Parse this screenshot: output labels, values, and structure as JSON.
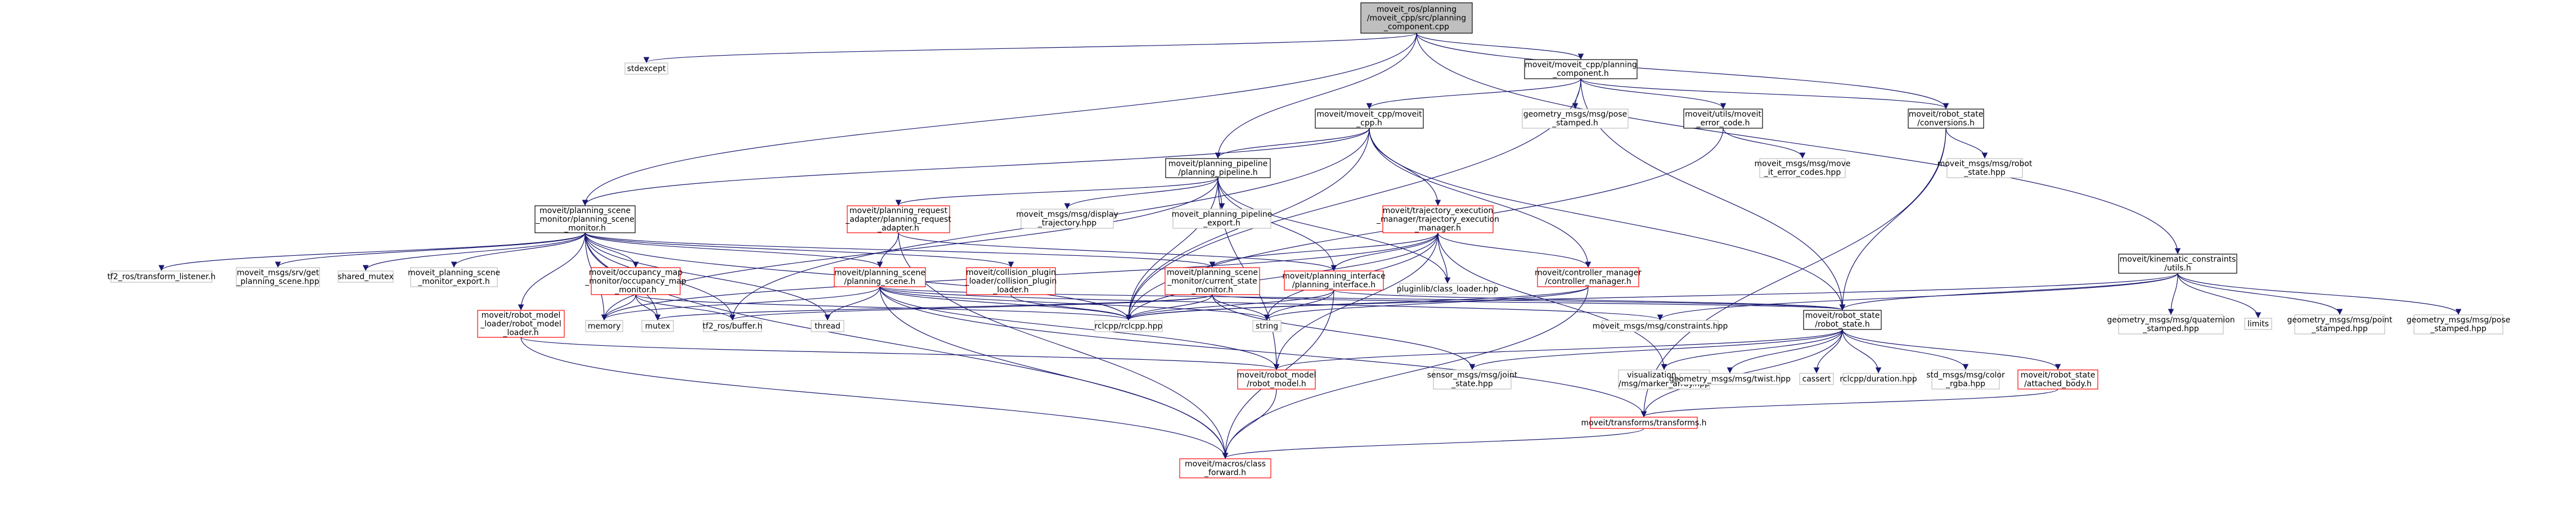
{
  "colors": {
    "edge": "#191970",
    "root_fill": "#bfbfbf",
    "root_border": "#000000",
    "normal_border": "#000000",
    "truncated_border": "#ff0000",
    "system_border": "#bfbfbf",
    "fill": "#ffffff"
  },
  "nodes": [
    {
      "id": "root",
      "lines": [
        "moveit_ros/planning",
        "/moveit_cpp/src/planning",
        "_component.cpp"
      ],
      "kind": "root"
    },
    {
      "id": "stdexcept",
      "lines": [
        "stdexcept"
      ],
      "kind": "system"
    },
    {
      "id": "planning_component_h",
      "lines": [
        "moveit/moveit_cpp/planning",
        "_component.h"
      ],
      "kind": "normal"
    },
    {
      "id": "moveit_cpp_h",
      "lines": [
        "moveit/moveit_cpp/moveit",
        "_cpp.h"
      ],
      "kind": "normal"
    },
    {
      "id": "geometry_pose_stamped_h",
      "lines": [
        "geometry_msgs/msg/pose",
        "_stamped.h"
      ],
      "kind": "system"
    },
    {
      "id": "moveit_error_code_h",
      "lines": [
        "moveit/utils/moveit",
        "_error_code.h"
      ],
      "kind": "normal"
    },
    {
      "id": "conversions_h",
      "lines": [
        "moveit/robot_state",
        "/conversions.h"
      ],
      "kind": "normal"
    },
    {
      "id": "moveit_error_codes_hpp",
      "lines": [
        "moveit_msgs/msg/move",
        "_it_error_codes.hpp"
      ],
      "kind": "system"
    },
    {
      "id": "robot_state_hpp",
      "lines": [
        "moveit_msgs/msg/robot",
        "_state.hpp"
      ],
      "kind": "system"
    },
    {
      "id": "kinematic_utils_h",
      "lines": [
        "moveit/kinematic_constraints",
        "/utils.h"
      ],
      "kind": "normal"
    },
    {
      "id": "planning_pipeline_h",
      "lines": [
        "moveit/planning_pipeline",
        "/planning_pipeline.h"
      ],
      "kind": "normal"
    },
    {
      "id": "psm_h",
      "lines": [
        "moveit/planning_scene",
        "_monitor/planning_scene",
        "_monitor.h"
      ],
      "kind": "normal"
    },
    {
      "id": "req_adapter_h",
      "lines": [
        "moveit/planning_request",
        "_adapter/planning_request",
        "_adapter.h"
      ],
      "kind": "truncated"
    },
    {
      "id": "display_traj_hpp",
      "lines": [
        "moveit_msgs/msg/display",
        "_trajectory.hpp"
      ],
      "kind": "system"
    },
    {
      "id": "pipeline_export_h",
      "lines": [
        "moveit_planning_pipeline",
        "_export.h"
      ],
      "kind": "system"
    },
    {
      "id": "tem_h",
      "lines": [
        "moveit/trajectory_execution",
        "_manager/trajectory_execution",
        "_manager.h"
      ],
      "kind": "truncated"
    },
    {
      "id": "tf2_listener_h",
      "lines": [
        "tf2_ros/transform_listener.h"
      ],
      "kind": "system"
    },
    {
      "id": "get_planning_scene_hpp",
      "lines": [
        "moveit_msgs/srv/get",
        "_planning_scene.hpp"
      ],
      "kind": "system"
    },
    {
      "id": "shared_mutex",
      "lines": [
        "shared_mutex"
      ],
      "kind": "system"
    },
    {
      "id": "psm_export_h",
      "lines": [
        "moveit_planning_scene",
        "_monitor_export.h"
      ],
      "kind": "system"
    },
    {
      "id": "occupancy_map_monitor_h",
      "lines": [
        "moveit/occupancy_map",
        "_monitor/occupancy_map",
        "_monitor.h"
      ],
      "kind": "truncated"
    },
    {
      "id": "planning_scene_h",
      "lines": [
        "moveit/planning_scene",
        "/planning_scene.h"
      ],
      "kind": "truncated"
    },
    {
      "id": "collision_plugin_loader_h",
      "lines": [
        "moveit/collision_plugin",
        "_loader/collision_plugin",
        "_loader.h"
      ],
      "kind": "truncated"
    },
    {
      "id": "current_state_monitor_h",
      "lines": [
        "moveit/planning_scene",
        "_monitor/current_state",
        "_monitor.h"
      ],
      "kind": "truncated"
    },
    {
      "id": "planning_interface_h",
      "lines": [
        "moveit/planning_interface",
        "/planning_interface.h"
      ],
      "kind": "truncated"
    },
    {
      "id": "class_loader_hpp",
      "lines": [
        "pluginlib/class_loader.hpp"
      ],
      "kind": "system"
    },
    {
      "id": "controller_manager_h",
      "lines": [
        "moveit/controller_manager",
        "/controller_manager.h"
      ],
      "kind": "truncated"
    },
    {
      "id": "rml_h",
      "lines": [
        "moveit/robot_model",
        "_loader/robot_model",
        "_loader.h"
      ],
      "kind": "truncated"
    },
    {
      "id": "memory",
      "lines": [
        "memory"
      ],
      "kind": "system"
    },
    {
      "id": "mutex",
      "lines": [
        "mutex"
      ],
      "kind": "system"
    },
    {
      "id": "tf2_buffer_h",
      "lines": [
        "tf2_ros/buffer.h"
      ],
      "kind": "system"
    },
    {
      "id": "thread",
      "lines": [
        "thread"
      ],
      "kind": "system"
    },
    {
      "id": "rclcpp_hpp",
      "lines": [
        "rclcpp/rclcpp.hpp"
      ],
      "kind": "system"
    },
    {
      "id": "string",
      "lines": [
        "string"
      ],
      "kind": "system"
    },
    {
      "id": "constraints_hpp",
      "lines": [
        "moveit_msgs/msg/constraints.hpp"
      ],
      "kind": "system"
    },
    {
      "id": "robot_state_h",
      "lines": [
        "moveit/robot_state",
        "/robot_state.h"
      ],
      "kind": "normal"
    },
    {
      "id": "quaternion_stamped_hpp",
      "lines": [
        "geometry_msgs/msg/quaternion",
        "_stamped.hpp"
      ],
      "kind": "system"
    },
    {
      "id": "limits",
      "lines": [
        "limits"
      ],
      "kind": "system"
    },
    {
      "id": "point_stamped_hpp",
      "lines": [
        "geometry_msgs/msg/point",
        "_stamped.hpp"
      ],
      "kind": "system"
    },
    {
      "id": "pose_stamped_hpp",
      "lines": [
        "geometry_msgs/msg/pose",
        "_stamped.hpp"
      ],
      "kind": "system"
    },
    {
      "id": "robot_model_h",
      "lines": [
        "moveit/robot_model",
        "/robot_model.h"
      ],
      "kind": "truncated"
    },
    {
      "id": "joint_state_hpp",
      "lines": [
        "sensor_msgs/msg/joint",
        "_state.hpp"
      ],
      "kind": "system"
    },
    {
      "id": "marker_array_hpp",
      "lines": [
        "visualization_msgs",
        "/msg/marker_array.hpp"
      ],
      "kind": "system"
    },
    {
      "id": "twist_hpp",
      "lines": [
        "geometry_msgs/msg/twist.hpp"
      ],
      "kind": "system"
    },
    {
      "id": "cassert",
      "lines": [
        "cassert"
      ],
      "kind": "system"
    },
    {
      "id": "duration_hpp",
      "lines": [
        "rclcpp/duration.hpp"
      ],
      "kind": "system"
    },
    {
      "id": "color_rgba_hpp",
      "lines": [
        "std_msgs/msg/color",
        "_rgba.hpp"
      ],
      "kind": "system"
    },
    {
      "id": "attached_body_h",
      "lines": [
        "moveit/robot_state",
        "/attached_body.h"
      ],
      "kind": "truncated"
    },
    {
      "id": "transforms_h",
      "lines": [
        "moveit/transforms/transforms.h"
      ],
      "kind": "truncated"
    },
    {
      "id": "class_forward_h",
      "lines": [
        "moveit/macros/class",
        "_forward.h"
      ],
      "kind": "truncated"
    }
  ]
}
